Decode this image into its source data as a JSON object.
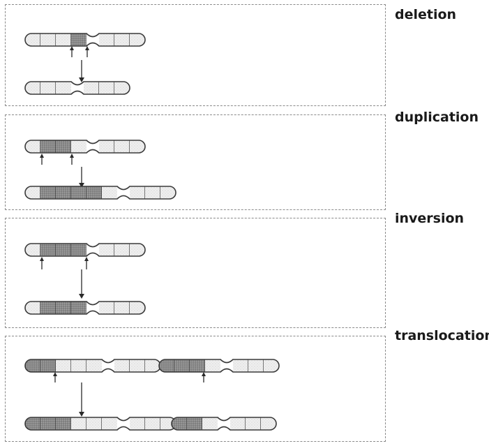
{
  "labels": {
    "deletion": "deletion",
    "duplication": "duplication",
    "inversion": "inversion",
    "translocation": "translocation"
  },
  "colors": {
    "band_dark": "#8e8e8e",
    "band_light": "#efefef",
    "outline": "#3a3a3a",
    "panel_border": "#8a8a8a"
  }
}
